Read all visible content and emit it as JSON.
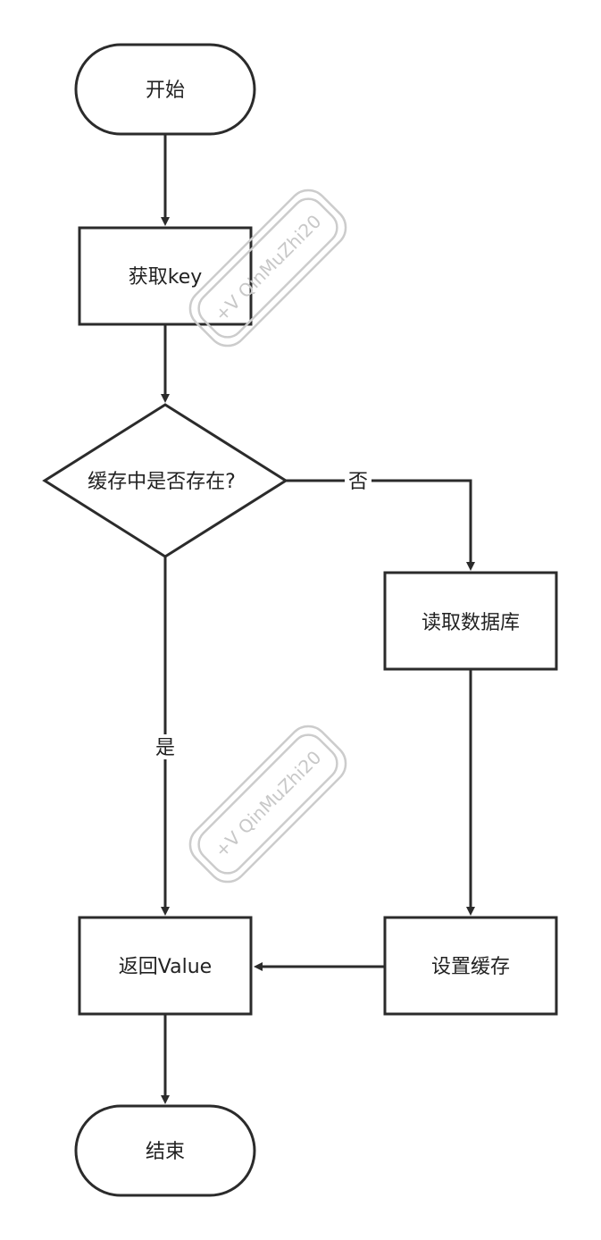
{
  "nodes": {
    "start": "开始",
    "get_key": "获取key",
    "decision": "缓存中是否存在?",
    "read_db": "读取数据库",
    "set_cache": "设置缓存",
    "return_value": "返回Value",
    "end": "结束"
  },
  "edges": {
    "no_label": "否",
    "yes_label": "是"
  },
  "watermark": {
    "text": "+V QinMuZhi20"
  },
  "colors": {
    "stroke": "#2b2b2b",
    "watermark": "#c8c8c8"
  }
}
